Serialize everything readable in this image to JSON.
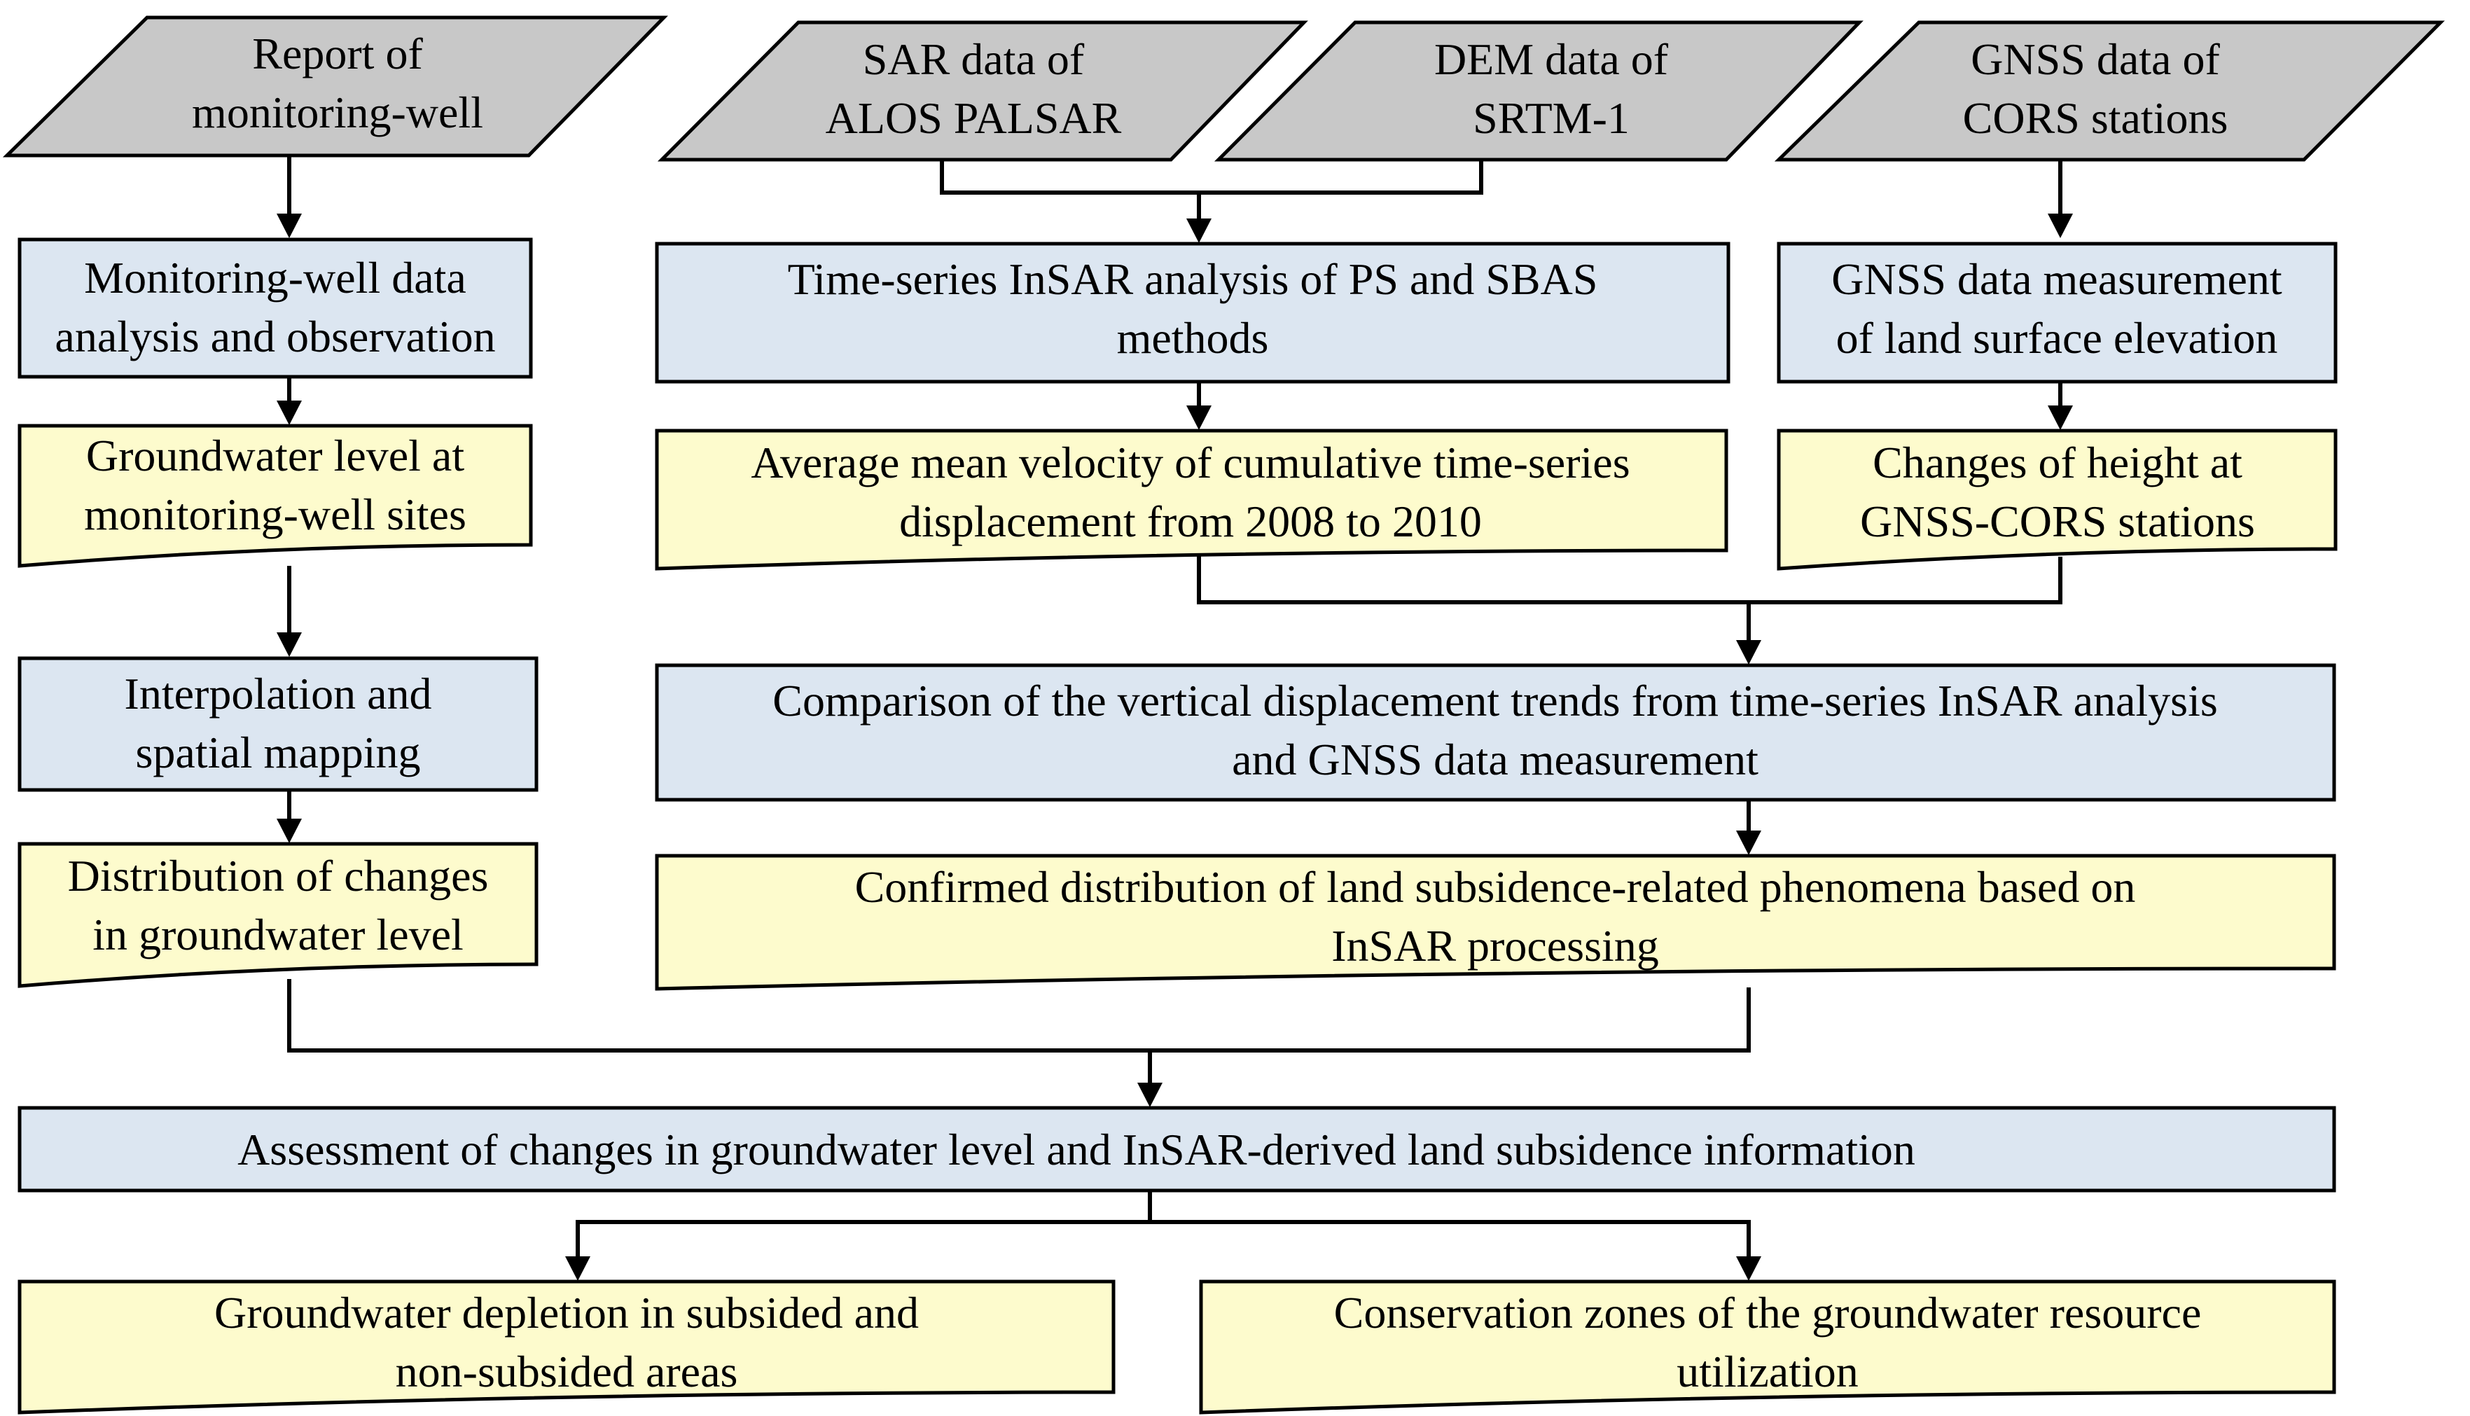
{
  "colors": {
    "input": "#c8c8c8",
    "process": "#dce6f1",
    "output": "#fdfbcd",
    "stroke": "#000000"
  },
  "inputs": {
    "well_report": [
      "Report of",
      "monitoring-well"
    ],
    "sar_data": [
      "SAR data of",
      "ALOS PALSAR"
    ],
    "dem_data": [
      "DEM data of",
      "SRTM-1"
    ],
    "gnss_data": [
      "GNSS data of",
      "CORS stations"
    ]
  },
  "processes": {
    "well_analysis": [
      "Monitoring-well data",
      "analysis and observation"
    ],
    "insar_analysis": [
      "Time-series InSAR analysis of PS and SBAS",
      "methods"
    ],
    "gnss_measurement": [
      "GNSS data measurement",
      "of land surface elevation"
    ],
    "interpolation": [
      "Interpolation and",
      "spatial mapping"
    ],
    "comparison": [
      "Comparison of the vertical displacement trends from time-series InSAR analysis",
      "and GNSS data measurement"
    ],
    "assessment": [
      "Assessment of changes in groundwater level and InSAR-derived land subsidence information"
    ]
  },
  "outputs": {
    "groundwater_level": [
      "Groundwater level at",
      "monitoring-well sites"
    ],
    "mean_velocity": [
      "Average mean velocity of cumulative time-series",
      "displacement from 2008 to 2010"
    ],
    "height_changes": [
      "Changes of height at",
      "GNSS-CORS stations"
    ],
    "distribution_changes": [
      "Distribution of changes",
      "in groundwater level"
    ],
    "confirmed_distribution": [
      "Confirmed distribution of land subsidence-related phenomena based on",
      "InSAR processing"
    ],
    "depletion": [
      "Groundwater depletion in subsided and",
      "non-subsided areas"
    ],
    "conservation": [
      "Conservation zones of the groundwater resource",
      "utilization"
    ]
  }
}
